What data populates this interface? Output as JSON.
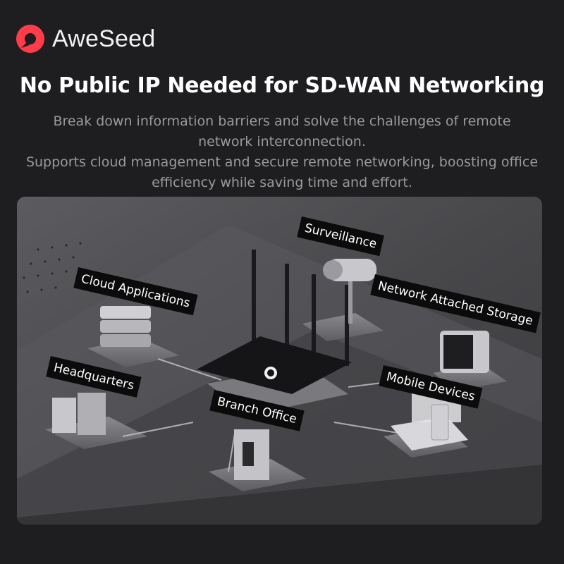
{
  "brand": {
    "name": "AweSeed",
    "color": "#ff3d4a",
    "logo_icon": "seed-logo-icon"
  },
  "headline": "No Public IP Needed for SD-WAN Networking",
  "subtitle_lines": [
    "Break down information barriers and solve the challenges of remote",
    "network interconnection.",
    "Supports cloud management and secure remote networking, boosting office",
    "efficiency while saving time and effort."
  ],
  "labels": {
    "surveillance": "Surveillance",
    "cloud": "Cloud Applications",
    "nas": "Network Attached Storage",
    "headquarters": "Headquarters",
    "mobile": "Mobile Devices",
    "branch": "Branch Office"
  },
  "colors": {
    "background": "#1e1e20",
    "scene": "#4a4a4d",
    "tag_bg": "#0b0b0b"
  }
}
